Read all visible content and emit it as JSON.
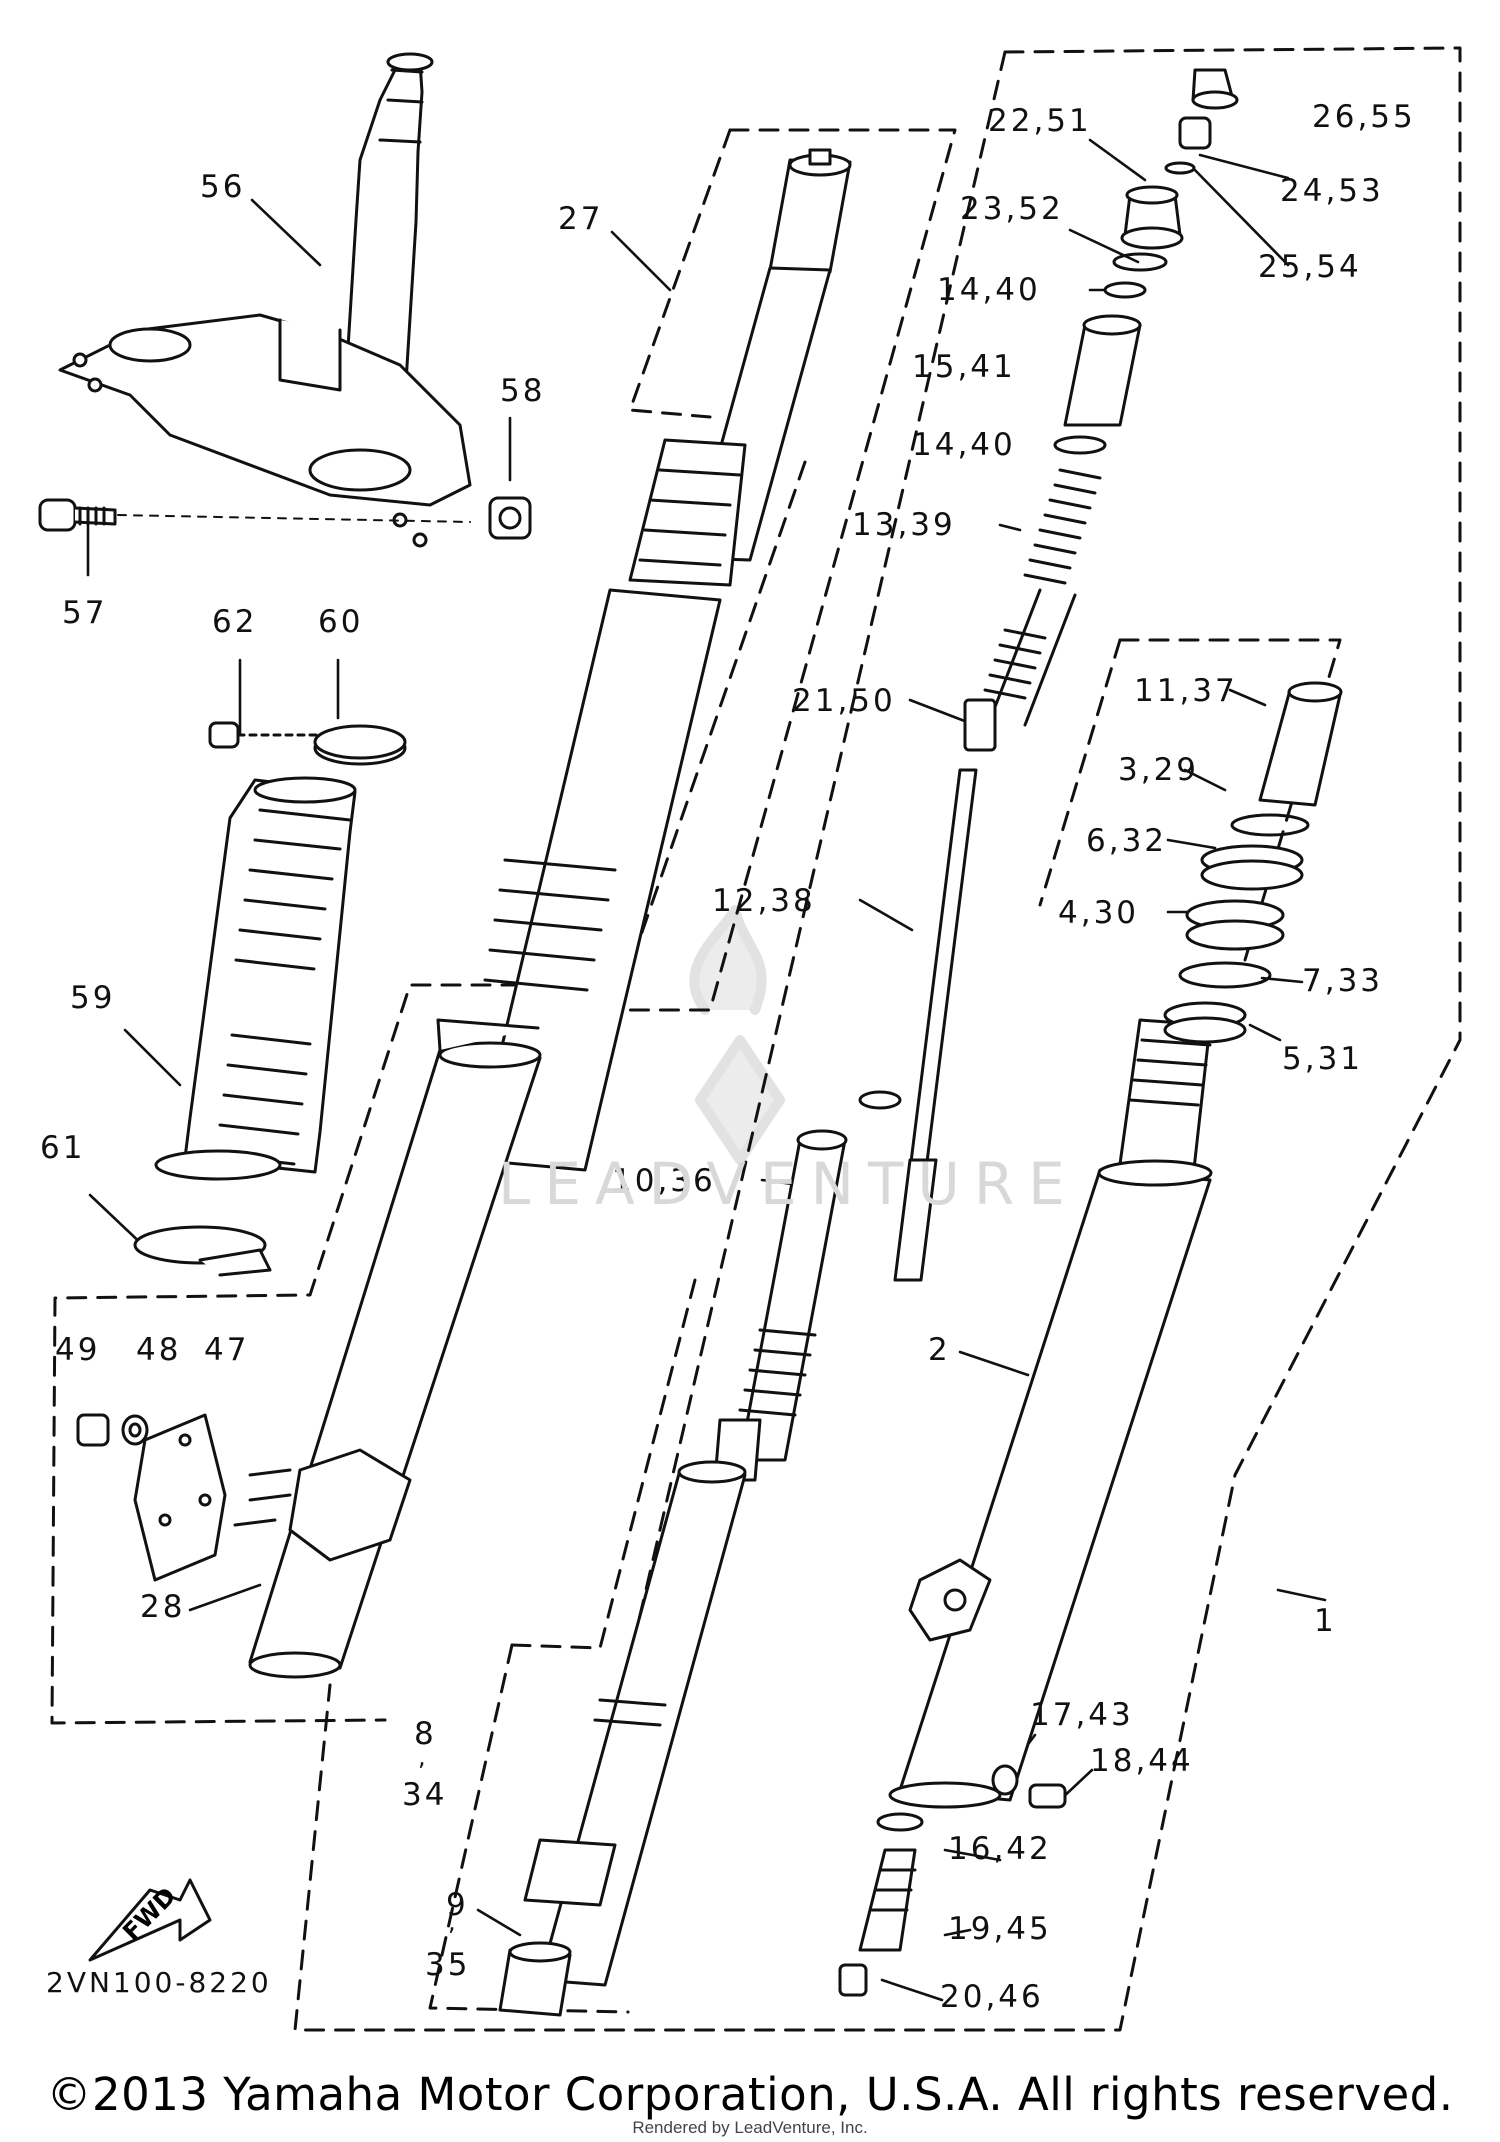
{
  "callouts": {
    "c56": "56",
    "c57": "57",
    "c58": "58",
    "c62": "62",
    "c60": "60",
    "c59": "59",
    "c61": "61",
    "c49": "49",
    "c48": "48",
    "c47": "47",
    "c28": "28",
    "c27": "27",
    "c8": "8",
    "c34": "34",
    "c9": "9",
    "c35": "35",
    "c22_51": "22,51",
    "c26_55": "26,55",
    "c24_53": "24,53",
    "c23_52": "23,52",
    "c25_54": "25,54",
    "c14_40a": "14,40",
    "c15_41": "15,41",
    "c14_40b": "14,40",
    "c13_39": "13,39",
    "c21_50": "21,50",
    "c11_37": "11,37",
    "c3_29": "3,29",
    "c6_32": "6,32",
    "c4_30": "4,30",
    "c7_33": "7,33",
    "c5_31": "5,31",
    "c12_38": "12,38",
    "c10_36": "10,36",
    "c2": "2",
    "c1": "1",
    "c17_43": "17,43",
    "c18_44": "18,44",
    "c16_42": "16,42",
    "c19_45": "19,45",
    "c20_46": "20,46"
  },
  "fwd_label": "FWD",
  "drawing_number": "2VN100-8220",
  "watermark": "LEADVENTURE",
  "copyright": "©2013 Yamaha Motor Corporation, U.S.A. All rights reserved.",
  "rendered_by": "Rendered by LeadVenture, Inc."
}
